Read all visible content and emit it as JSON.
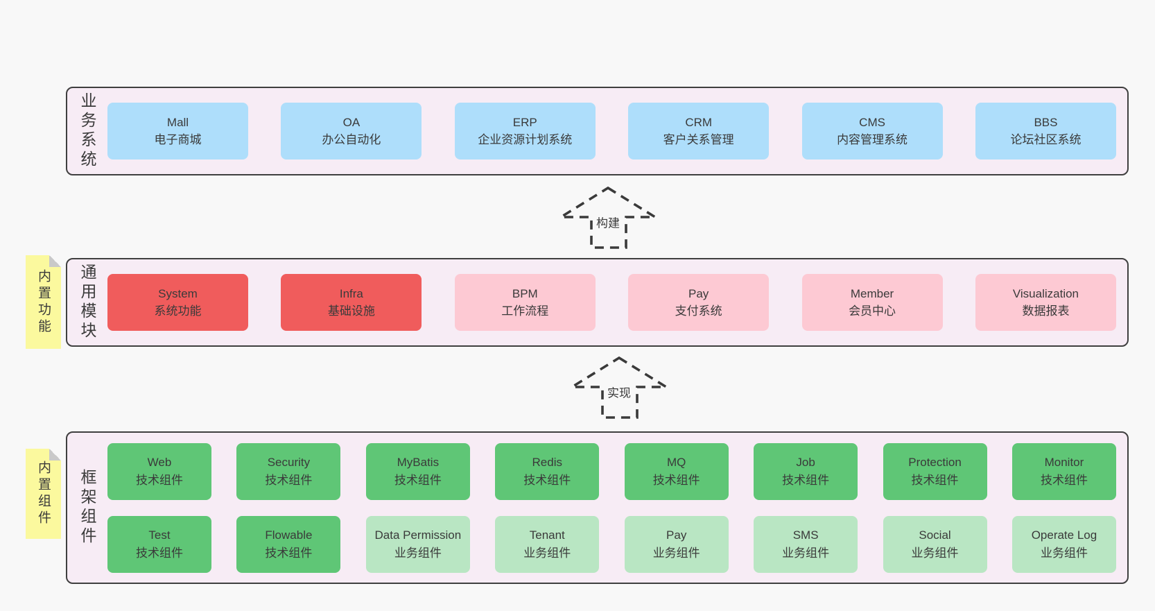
{
  "colors": {
    "page_bg": "#f8f8f8",
    "band_fill": "#f7ecf5",
    "band_border": "#3f3f3f",
    "business_box": "#aedefb",
    "core_module_box": "#f05c5c",
    "optional_module_box": "#fdc9d3",
    "tech_component_box": "#5fc676",
    "biz_component_box": "#b9e6c3",
    "sticky_note": "#fbf99e",
    "text": "#3a3a3a"
  },
  "arrows": [
    {
      "label": "构建"
    },
    {
      "label": "实现"
    }
  ],
  "bands": [
    {
      "label": "业务系统",
      "boxes": [
        {
          "name": "Mall",
          "desc": "电子商城"
        },
        {
          "name": "OA",
          "desc": "办公自动化"
        },
        {
          "name": "ERP",
          "desc": "企业资源计划系统"
        },
        {
          "name": "CRM",
          "desc": "客户关系管理"
        },
        {
          "name": "CMS",
          "desc": "内容管理系统"
        },
        {
          "name": "BBS",
          "desc": "论坛社区系统"
        }
      ]
    },
    {
      "label": "通用模块",
      "sticky": "内置功能",
      "boxes": [
        {
          "name": "System",
          "desc": "系统功能"
        },
        {
          "name": "Infra",
          "desc": "基础设施"
        },
        {
          "name": "BPM",
          "desc": "工作流程"
        },
        {
          "name": "Pay",
          "desc": "支付系统"
        },
        {
          "name": "Member",
          "desc": "会员中心"
        },
        {
          "name": "Visualization",
          "desc": "数据报表"
        }
      ]
    },
    {
      "label": "框架组件",
      "sticky": "内置组件",
      "rows": [
        [
          {
            "name": "Web",
            "desc": "技术组件"
          },
          {
            "name": "Security",
            "desc": "技术组件"
          },
          {
            "name": "MyBatis",
            "desc": "技术组件"
          },
          {
            "name": "Redis",
            "desc": "技术组件"
          },
          {
            "name": "MQ",
            "desc": "技术组件"
          },
          {
            "name": "Job",
            "desc": "技术组件"
          },
          {
            "name": "Protection",
            "desc": "技术组件"
          },
          {
            "name": "Monitor",
            "desc": "技术组件"
          }
        ],
        [
          {
            "name": "Test",
            "desc": "技术组件"
          },
          {
            "name": "Flowable",
            "desc": "技术组件"
          },
          {
            "name": "Data Permission",
            "desc": "业务组件"
          },
          {
            "name": "Tenant",
            "desc": "业务组件"
          },
          {
            "name": "Pay",
            "desc": "业务组件"
          },
          {
            "name": "SMS",
            "desc": "业务组件"
          },
          {
            "name": "Social",
            "desc": "业务组件"
          },
          {
            "name": "Operate Log",
            "desc": "业务组件"
          }
        ]
      ]
    }
  ]
}
